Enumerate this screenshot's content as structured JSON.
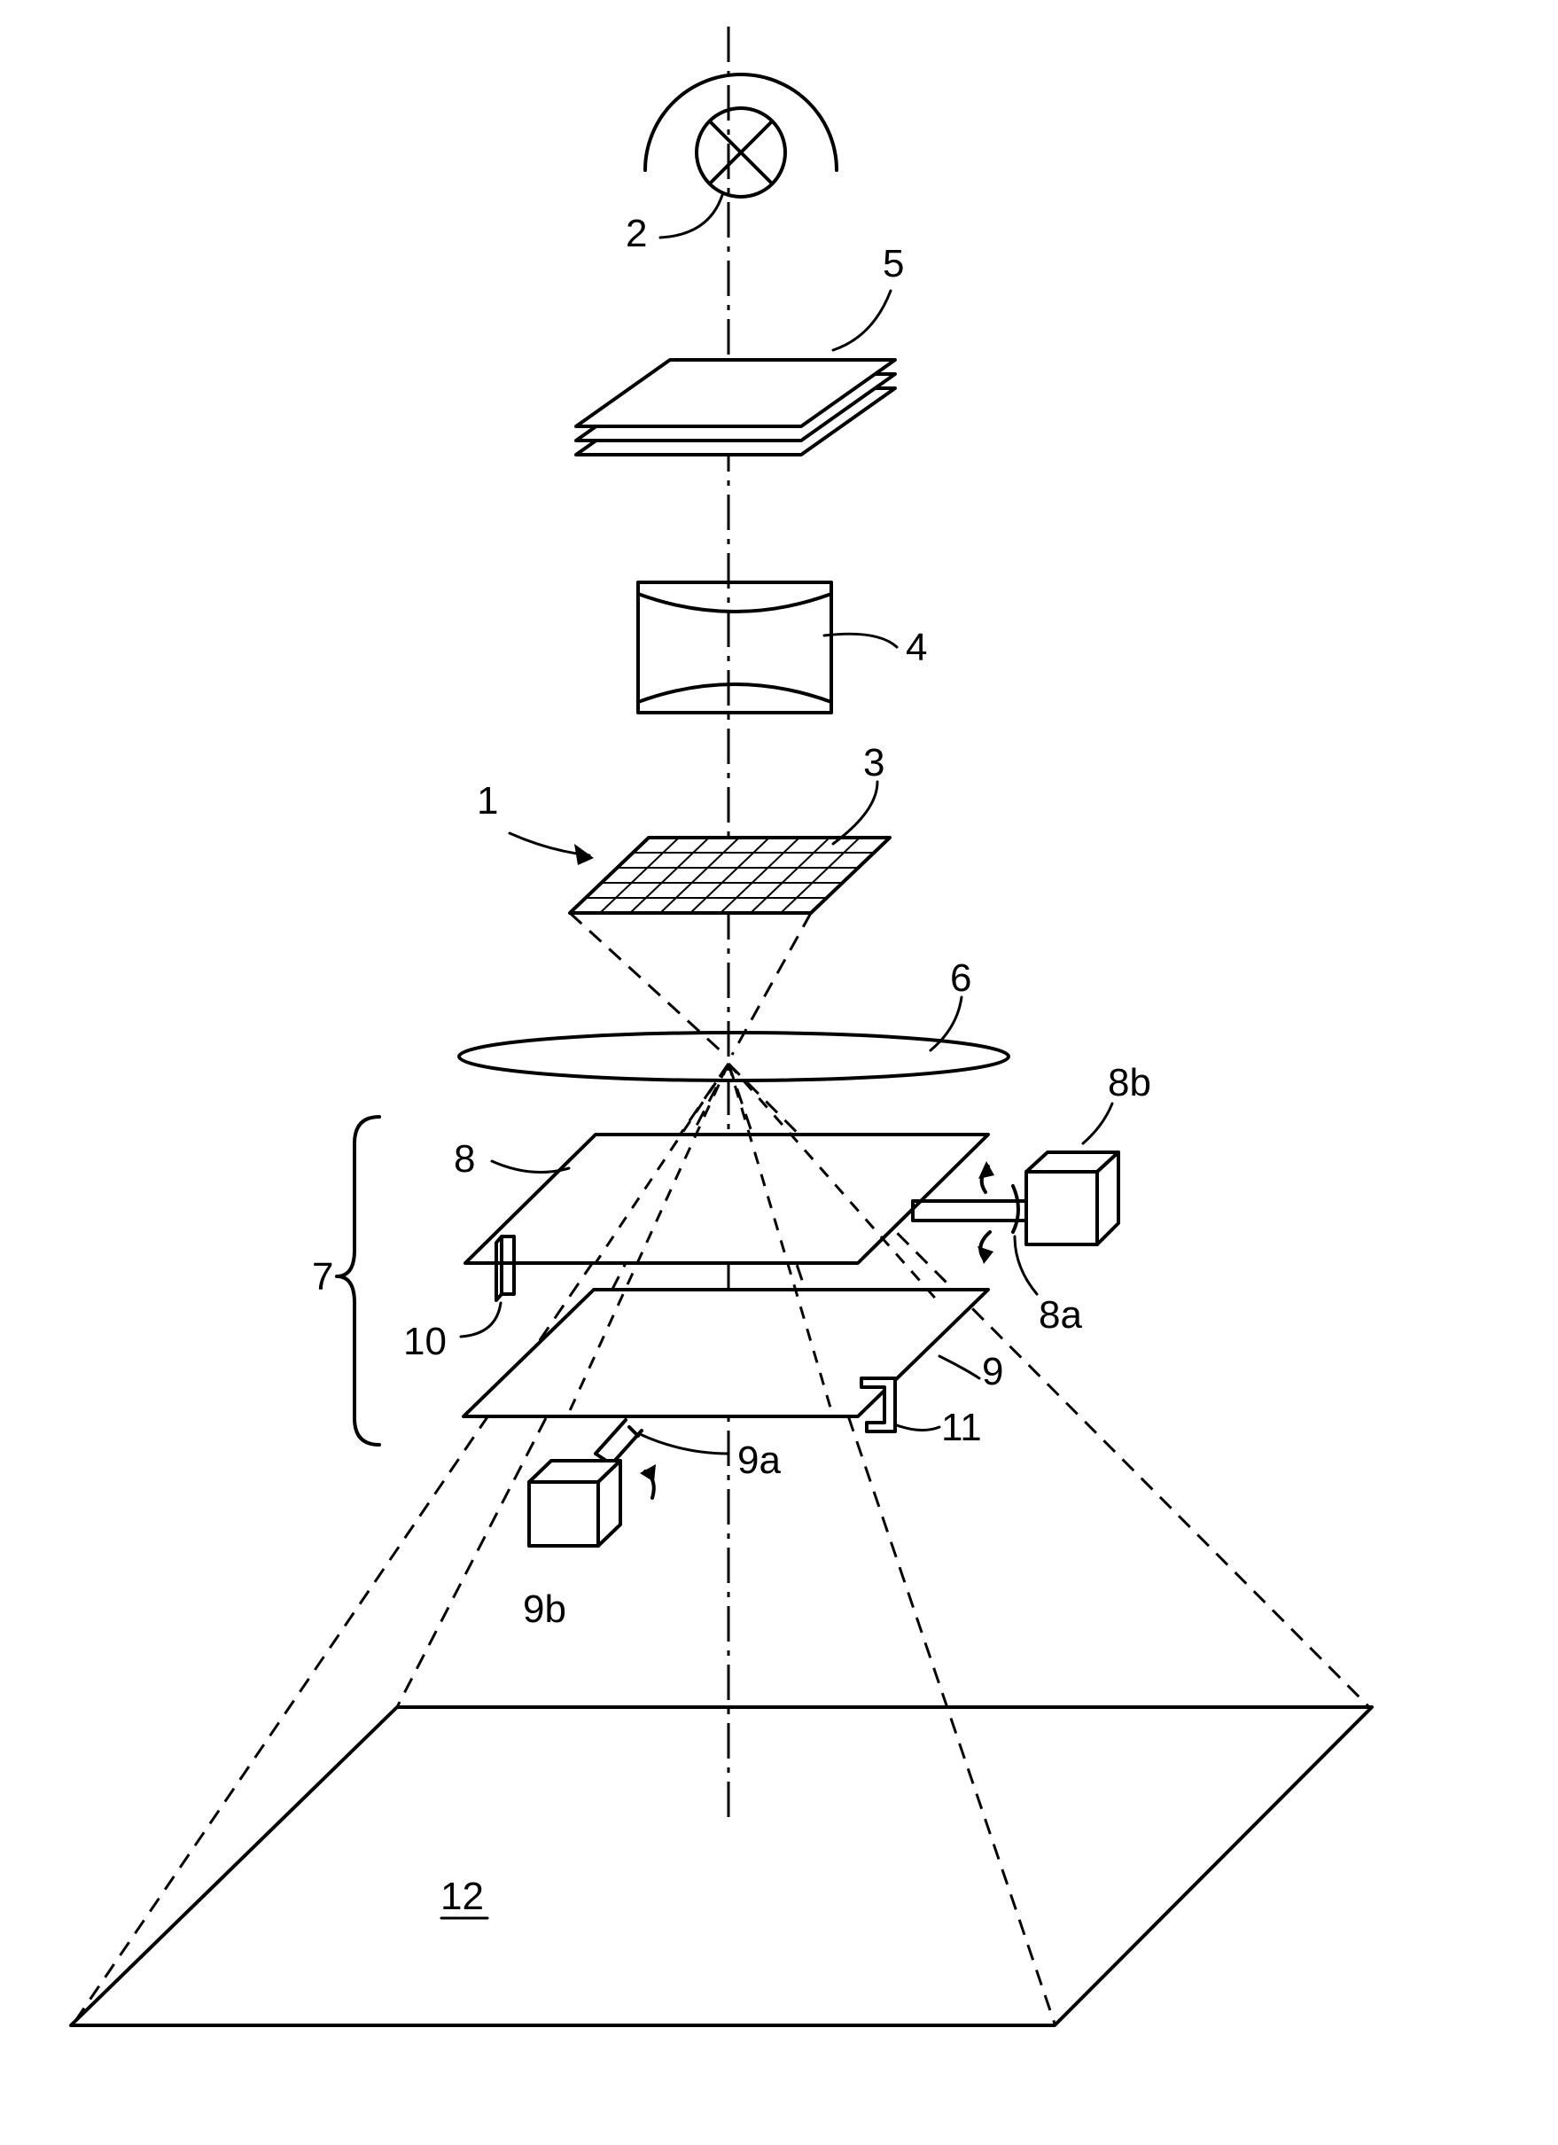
{
  "labels": {
    "lamp": "2",
    "filters": "5",
    "lens_4": "4",
    "modulator": "1",
    "grid": "3",
    "lens_6": "6",
    "plate_8": "8",
    "motor_8b": "8b",
    "shaft_8a": "8a",
    "bracket_10": "10",
    "group_7": "7",
    "plate_9": "9",
    "bracket_11": "11",
    "shaft_9a": "9a",
    "motor_9b": "9b",
    "screen": "12"
  }
}
